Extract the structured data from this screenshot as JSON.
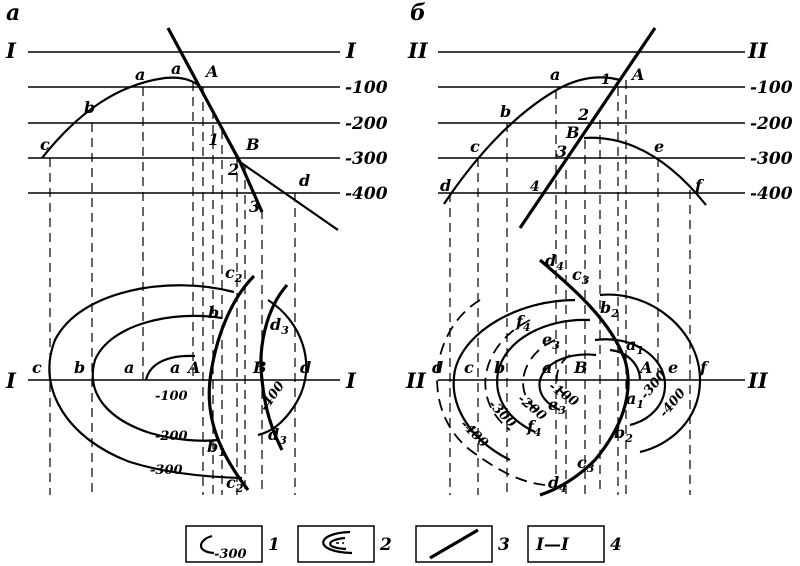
{
  "panels": {
    "a": "а",
    "b": "б"
  },
  "sections": {
    "left": "I",
    "right": "II"
  },
  "levels": [
    "-100",
    "-200",
    "-300",
    "-400"
  ],
  "left": {
    "top_points": {
      "a1": "a",
      "a2": "a",
      "A": "A",
      "b": "b",
      "c": "c",
      "B": "B",
      "d": "d"
    },
    "top_numbers": [
      "1",
      "2",
      "3"
    ],
    "plan_points": {
      "c": "c",
      "b": "b",
      "a": "a",
      "a2": "a",
      "A": "A",
      "B": "B",
      "d": "d"
    },
    "plan_labels": {
      "c2": "c",
      "c2_sub": "2",
      "b_top": "b",
      "d3": "d",
      "d3_sub": "3",
      "b1": "b",
      "b1_sub": "1",
      "c2b": "c",
      "c2b_sub": "2",
      "d3b": "d",
      "d3b_sub": "3"
    },
    "contours": [
      "-100",
      "-200",
      "-300",
      "-400"
    ]
  },
  "right": {
    "top_points": {
      "a": "a",
      "A": "A",
      "b": "b",
      "B": "B",
      "c": "c",
      "e": "e",
      "d": "d",
      "f": "f"
    },
    "top_numbers": [
      "1",
      "2",
      "3",
      "4"
    ],
    "plan_points": {
      "d": "d",
      "c": "c",
      "b": "b",
      "a": "a",
      "B": "B",
      "A": "A",
      "e": "e",
      "f": "f"
    },
    "plan_labels": {
      "d4": "d",
      "d4_sub": "4",
      "c3": "c",
      "c3_sub": "3",
      "b2": "b",
      "b2_sub": "2",
      "f4": "f",
      "f4_sub": "4",
      "e3": "e",
      "e3_sub": "3",
      "a1": "a",
      "a1_sub": "1",
      "a1b": "a",
      "a1b_sub": "1",
      "e3b": "e",
      "e3b_sub": "3",
      "f4b": "f",
      "f4b_sub": "4",
      "b2b": "b",
      "b2b_sub": "2",
      "c3b": "c",
      "c3b_sub": "3",
      "d4b": "d",
      "d4b_sub": "4"
    },
    "contours": [
      "-100",
      "-200",
      "-300",
      "-300",
      "-400",
      "-400"
    ]
  },
  "legend": [
    {
      "sample": "-300",
      "label": "1"
    },
    {
      "sample": "",
      "label": "2"
    },
    {
      "sample": "",
      "label": "3"
    },
    {
      "sample": "I—I",
      "label": "4"
    }
  ]
}
